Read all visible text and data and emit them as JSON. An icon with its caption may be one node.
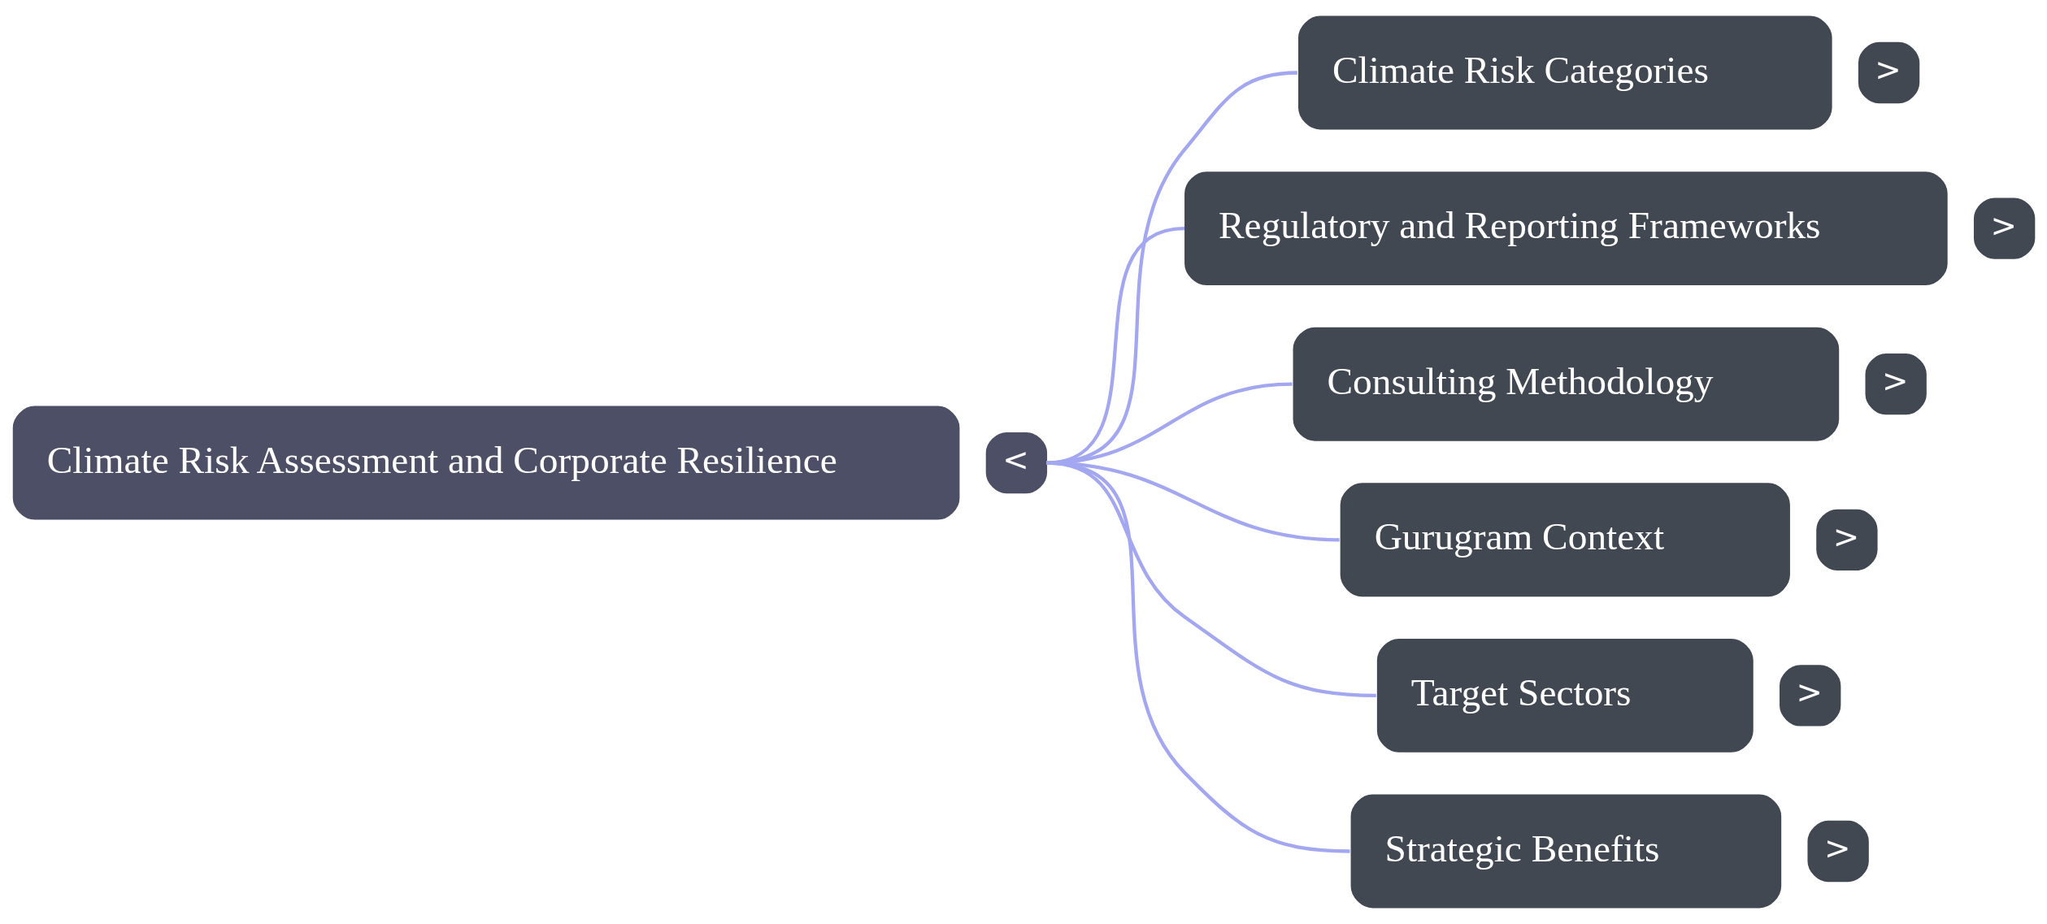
{
  "diagram": {
    "nodes": [
      {
        "text": [
          "Climate Risk Assessment and Corporate Resilience"
        ],
        "beside": [
          "<"
        ]
      },
      {
        "text": [
          "Climate Risk Categories"
        ],
        "beside": [
          ">"
        ]
      },
      {
        "text": [
          "Regulatory and Reporting Frameworks"
        ],
        "beside": [
          ">"
        ]
      },
      {
        "text": [
          "Consulting Methodology"
        ],
        "beside": [
          ">"
        ]
      },
      {
        "text": [
          "Gurugram Context"
        ],
        "beside": [
          ">"
        ]
      },
      {
        "text": [
          "Target Sectors"
        ],
        "beside": [
          ">"
        ]
      },
      {
        "text": [
          "Strategic Benefits"
        ],
        "beside": [
          ">"
        ]
      }
    ],
    "edges": [
      {
        "from": 0,
        "to": 1,
        "arrow": "none"
      },
      {
        "from": 0,
        "to": 2,
        "arrow": "none"
      },
      {
        "from": 0,
        "to": 3,
        "arrow": "none"
      },
      {
        "from": 0,
        "to": 4,
        "arrow": "none"
      },
      {
        "from": 0,
        "to": 5,
        "arrow": "none"
      },
      {
        "from": 0,
        "to": 6,
        "arrow": "none"
      }
    ]
  }
}
